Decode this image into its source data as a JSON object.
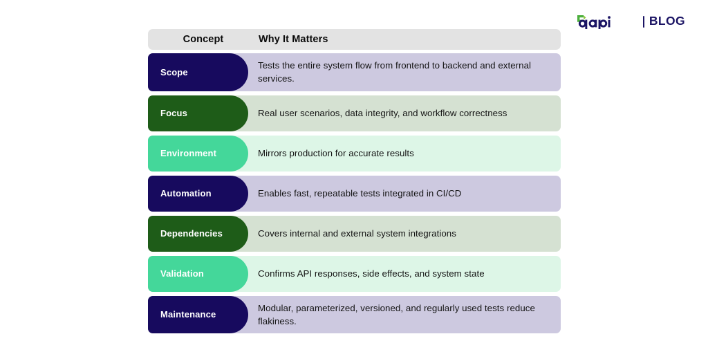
{
  "brand": {
    "name": "qapi",
    "separator": "|",
    "section": "BLOG",
    "mark_colors": {
      "green": "#4caf3d",
      "navy": "#1b1464"
    }
  },
  "table": {
    "headers": {
      "concept": "Concept",
      "why": "Why It Matters"
    },
    "header_bg": "#e3e3e3",
    "rows": [
      {
        "concept": "Scope",
        "why": "Tests the entire system flow from frontend to backend and external services.",
        "pill_color": "#170a5e",
        "row_color": "#cdc9e0"
      },
      {
        "concept": "Focus",
        "why": "Real user scenarios, data integrity, and workflow correctness",
        "pill_color": "#1e5c18",
        "row_color": "#d5e1d2"
      },
      {
        "concept": "Environment",
        "why": "Mirrors production for accurate results",
        "pill_color": "#44d79a",
        "row_color": "#ddf6e7"
      },
      {
        "concept": "Automation",
        "why": "Enables fast, repeatable tests integrated in CI/CD",
        "pill_color": "#170a5e",
        "row_color": "#cdc9e0"
      },
      {
        "concept": "Dependencies",
        "why": "Covers internal and external system integrations",
        "pill_color": "#1e5c18",
        "row_color": "#d5e1d2"
      },
      {
        "concept": "Validation",
        "why": "Confirms API responses, side effects, and system state",
        "pill_color": "#44d79a",
        "row_color": "#ddf6e7"
      },
      {
        "concept": "Maintenance",
        "why": "Modular, parameterized, versioned, and regularly used tests reduce flakiness.",
        "pill_color": "#170a5e",
        "row_color": "#cdc9e0"
      }
    ]
  }
}
